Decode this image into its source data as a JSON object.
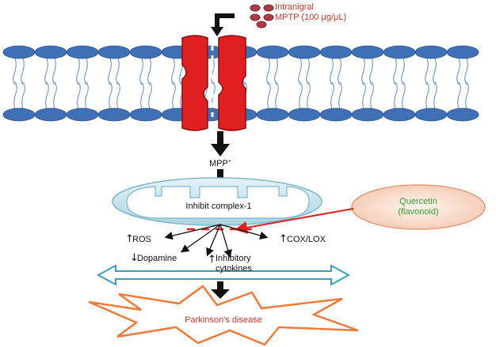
{
  "mptp_label": {
    "line1": "Intranigral",
    "line2": "MPTP (100 μg/μL)"
  },
  "mpp_label": {
    "base": "MPP",
    "sup": "+"
  },
  "mitochondrion_label": "Inhibit complex-1",
  "quercetin_label": {
    "line1": "Quercetin",
    "line2": "(flavonoid)"
  },
  "effects": {
    "ros": "ROS",
    "dopamine": "Dopamine",
    "cox_lox": "COX/LOX",
    "inhibitory_line1": "Inhibitory",
    "inhibitory_line2": "cytokines"
  },
  "outcome_label": "Parkinson’s disease",
  "colors": {
    "mptp_text": "#c0392b",
    "membrane_head": "#3f6fb4",
    "channel": "#e02020",
    "quercetin_text": "#3a9a3a",
    "quercetin_fill": "#f7d3c0",
    "inhibition_arrow": "#e02020",
    "double_arrow": "#3aa0b4",
    "burst_stroke": "#f07a3a",
    "outcome_text": "#c0392b",
    "mito_fill": "#cfe8f2"
  }
}
